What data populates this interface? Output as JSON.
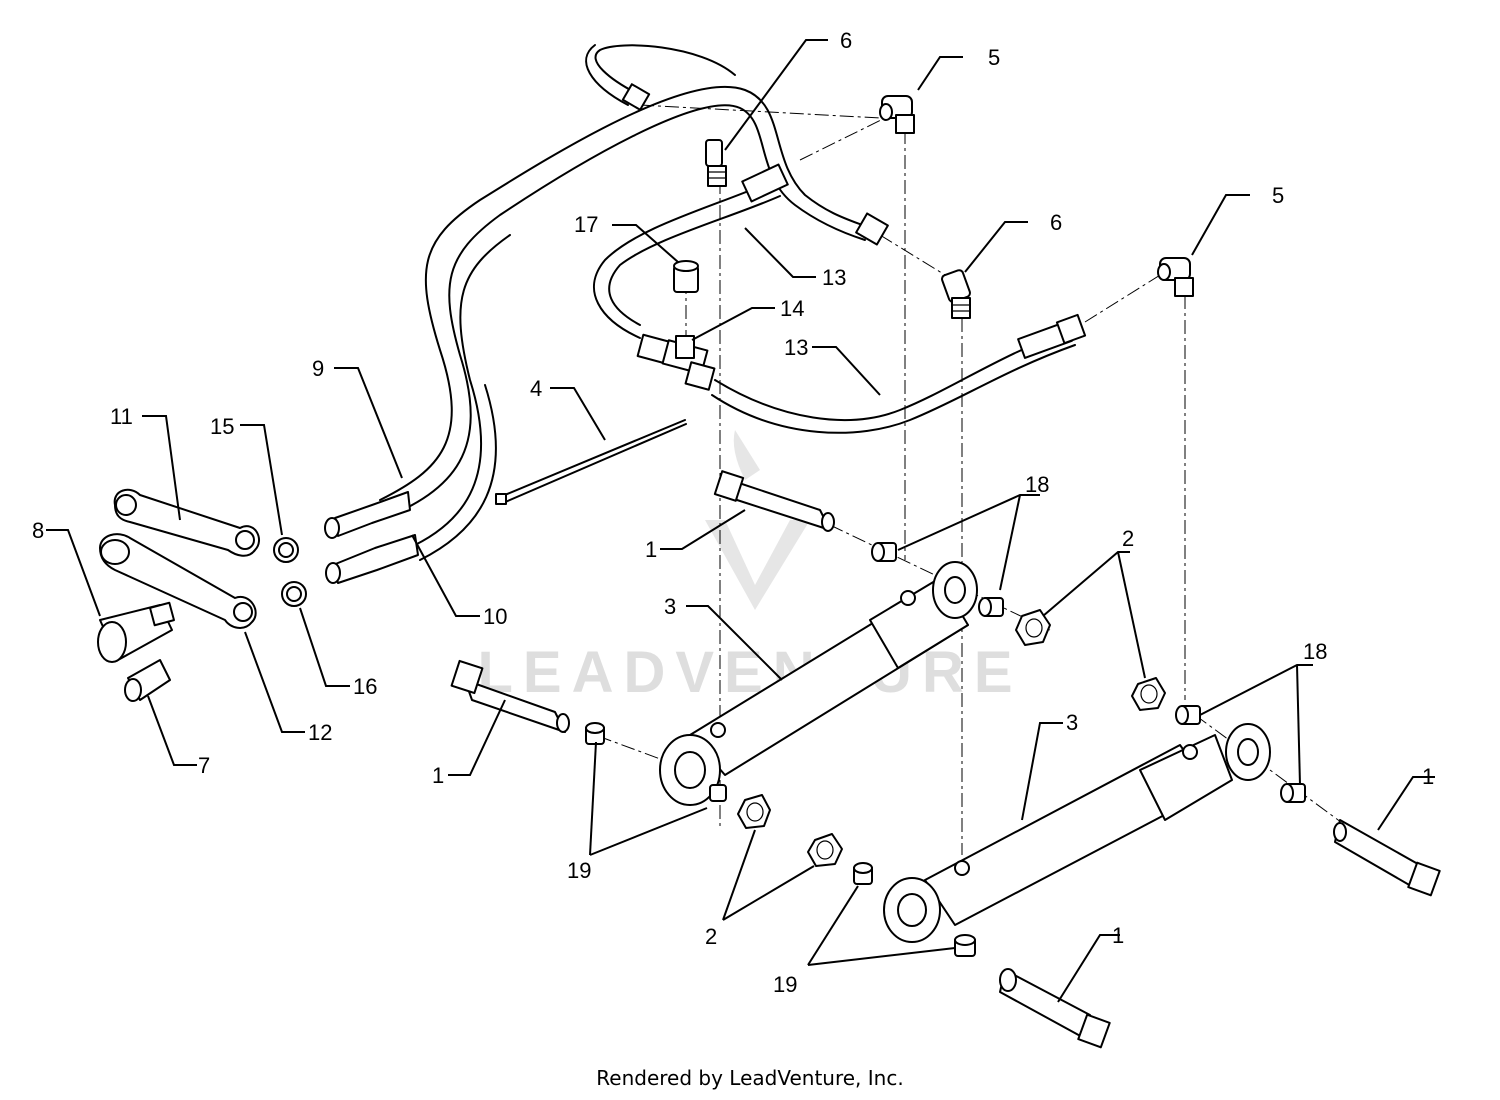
{
  "diagram": {
    "callouts": [
      {
        "id": "c6a",
        "label": "6"
      },
      {
        "id": "c5a",
        "label": "5"
      },
      {
        "id": "c6b",
        "label": "6"
      },
      {
        "id": "c5b",
        "label": "5"
      },
      {
        "id": "c17",
        "label": "17"
      },
      {
        "id": "c13a",
        "label": "13"
      },
      {
        "id": "c14",
        "label": "14"
      },
      {
        "id": "c13b",
        "label": "13"
      },
      {
        "id": "c9",
        "label": "9"
      },
      {
        "id": "c4",
        "label": "4"
      },
      {
        "id": "c11",
        "label": "11"
      },
      {
        "id": "c15",
        "label": "15"
      },
      {
        "id": "c8",
        "label": "8"
      },
      {
        "id": "c10",
        "label": "10"
      },
      {
        "id": "c16",
        "label": "16"
      },
      {
        "id": "c12",
        "label": "12"
      },
      {
        "id": "c7",
        "label": "7"
      },
      {
        "id": "c1a",
        "label": "1"
      },
      {
        "id": "c18a",
        "label": "18"
      },
      {
        "id": "c2a",
        "label": "2"
      },
      {
        "id": "c3a",
        "label": "3"
      },
      {
        "id": "c1b",
        "label": "1"
      },
      {
        "id": "c19a",
        "label": "19"
      },
      {
        "id": "c2b",
        "label": "2"
      },
      {
        "id": "c18b",
        "label": "18"
      },
      {
        "id": "c3b",
        "label": "3"
      },
      {
        "id": "c1c",
        "label": "1"
      },
      {
        "id": "c19b",
        "label": "19"
      },
      {
        "id": "c1d",
        "label": "1"
      }
    ],
    "watermark": "LEADVENTURE"
  },
  "footer": {
    "text": "Rendered by LeadVenture, Inc."
  }
}
